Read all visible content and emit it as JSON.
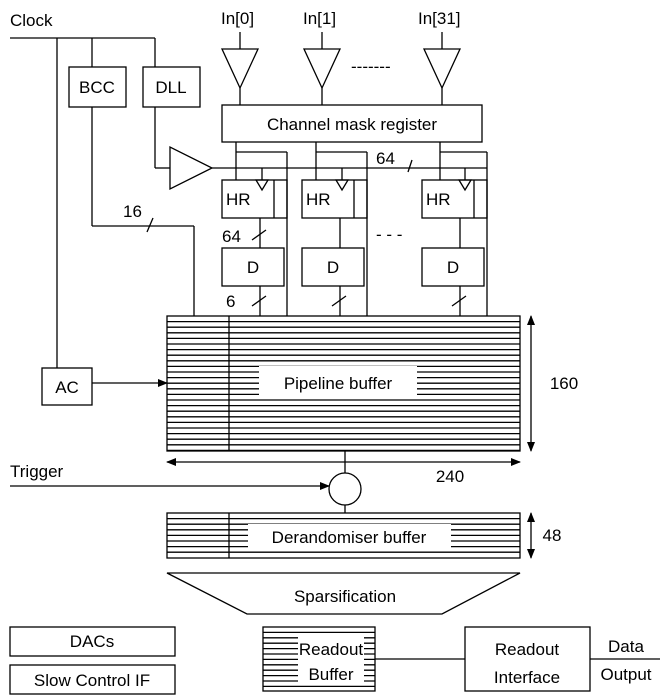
{
  "labels": {
    "clock": "Clock",
    "in0": "In[0]",
    "in1": "In[1]",
    "in31": "In[31]",
    "dots_inputs": "-------",
    "bcc": "BCC",
    "dll": "DLL",
    "channel_mask": "Channel mask register",
    "bus64_top": "64",
    "hr": "HR",
    "bus16": "16",
    "bus64_hr": "64",
    "dots_hr": "- - -",
    "d": "D",
    "bus6": "6",
    "ac": "AC",
    "pipeline": "Pipeline buffer",
    "dim160": "160",
    "dim240": "240",
    "trigger": "Trigger",
    "derandomiser": "Derandomiser buffer",
    "dim48": "48",
    "sparsification": "Sparsification",
    "dacs": "DACs",
    "slow_control": "Slow Control IF",
    "readout_buffer_1": "Readout",
    "readout_buffer_2": "Buffer",
    "readout_if_1": "Readout",
    "readout_if_2": "Interface",
    "data_out_1": "Data",
    "data_out_2": "Output"
  },
  "colors": {
    "stroke": "#000000",
    "background": "#ffffff"
  }
}
